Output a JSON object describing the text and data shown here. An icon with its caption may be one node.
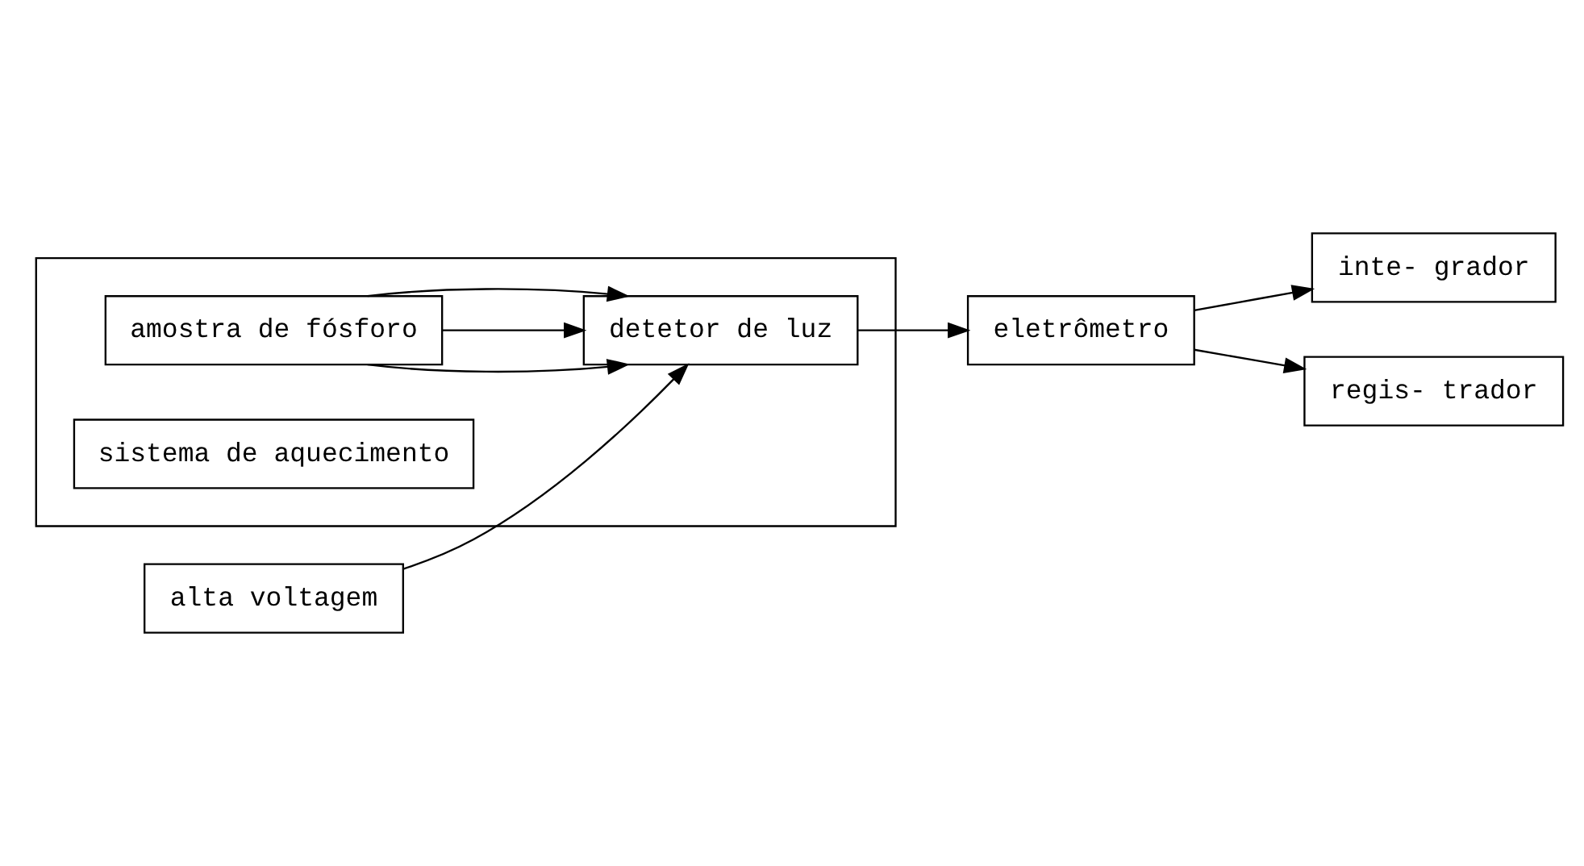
{
  "diagram": {
    "nodes": [
      {
        "text": [],
        "shape": "box"
      },
      {
        "text": [
          "detetor de luz"
        ],
        "in": 0
      },
      {
        "text": [
          "alta voltagem"
        ]
      },
      {
        "text": [
          "eletrômetro"
        ]
      },
      {
        "text": [
          "amostra de fósforo"
        ],
        "in": 0
      },
      {
        "text": [
          "sistema de aquecimento"
        ],
        "in": 0
      },
      {
        "text": [
          "inte- grador"
        ]
      },
      {
        "text": [
          "regis- trador"
        ]
      }
    ],
    "edges": [
      {
        "from": 2,
        "to": 1,
        "arrow": "to"
      },
      {
        "from": 1,
        "to": 3,
        "arrow": "to"
      },
      {
        "from": 4,
        "to": 1,
        "arrow": "to"
      },
      {
        "from": 4,
        "to": 1,
        "arrow": "to"
      },
      {
        "from": 4,
        "to": 1,
        "arrow": "to"
      },
      {
        "from": 3,
        "to": 6,
        "arrow": "to"
      },
      {
        "from": 3,
        "to": 7,
        "arrow": "to"
      }
    ]
  }
}
